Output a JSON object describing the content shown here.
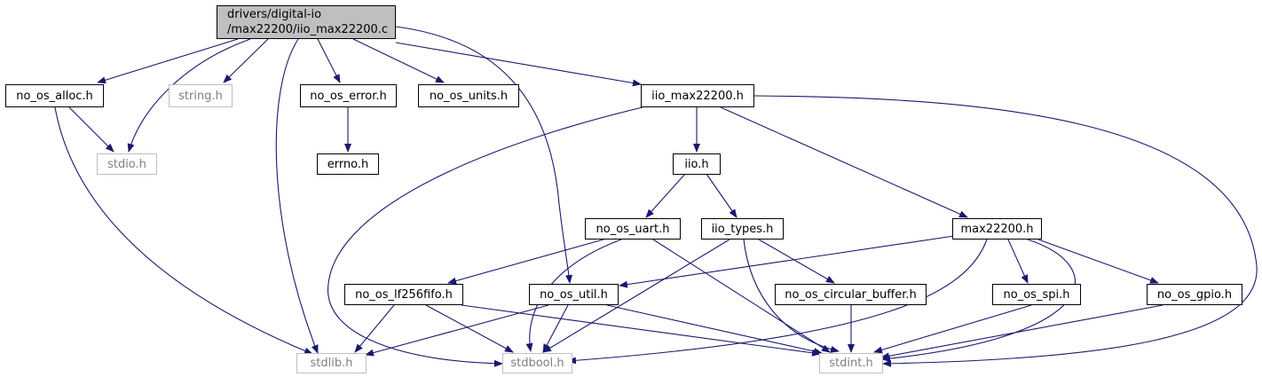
{
  "colors": {
    "edge": "#191970",
    "root_fill": "#bfbfbf",
    "system_border": "#bfbfbf",
    "system_text": "#808080"
  },
  "nodes": {
    "root": {
      "line1": "drivers/digital-io",
      "line2": "/max22200/iio_max22200.c"
    },
    "no_os_alloc": "no_os_alloc.h",
    "string": "string.h",
    "no_os_error": "no_os_error.h",
    "no_os_units": "no_os_units.h",
    "iio_max22200": "iio_max22200.h",
    "stdio": "stdio.h",
    "errno": "errno.h",
    "iio": "iio.h",
    "no_os_uart": "no_os_uart.h",
    "iio_types": "iio_types.h",
    "max22200": "max22200.h",
    "no_os_lf256fifo": "no_os_lf256fifo.h",
    "no_os_util": "no_os_util.h",
    "no_os_circular_buffer": "no_os_circular_buffer.h",
    "no_os_spi": "no_os_spi.h",
    "no_os_gpio": "no_os_gpio.h",
    "stdlib": "stdlib.h",
    "stdbool": "stdbool.h",
    "stdint": "stdint.h"
  }
}
